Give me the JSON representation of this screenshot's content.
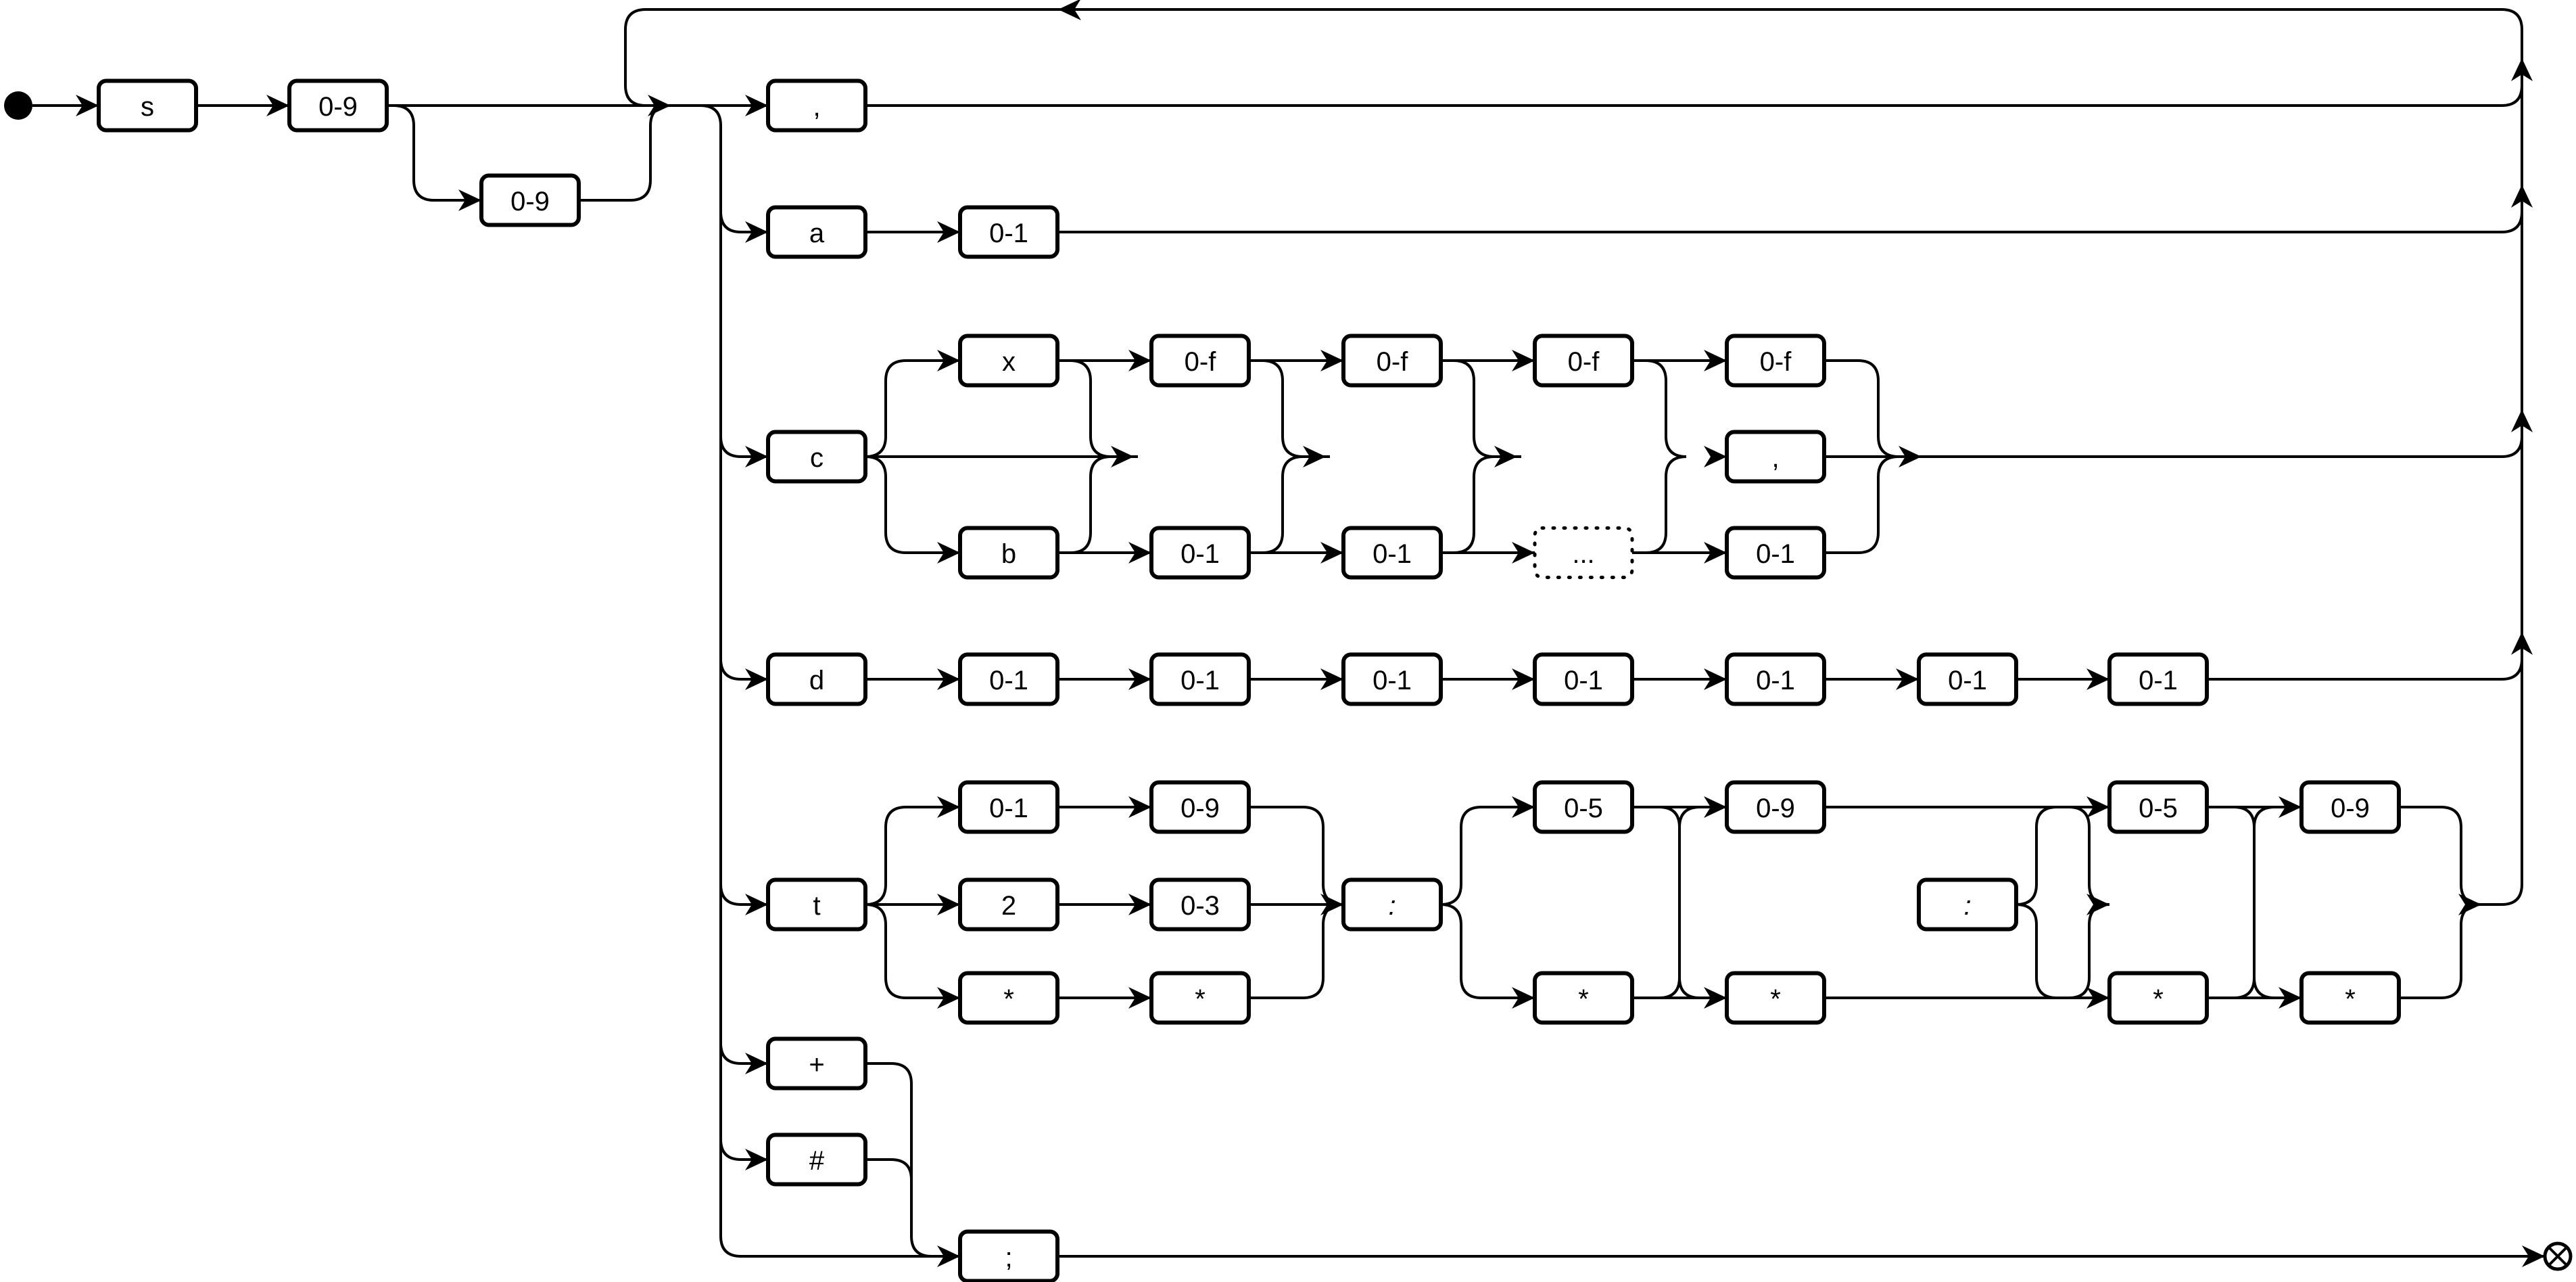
{
  "diagram": {
    "type": "syntax-railroad",
    "start_node": "start",
    "end_node": "end",
    "colors": {
      "stroke": "#000000",
      "background": "#ffffff",
      "box_fill": "#ffffff"
    },
    "header": [
      {
        "id": "s",
        "label": "s"
      },
      {
        "id": "d1",
        "label": "0-9"
      },
      {
        "id": "d2",
        "label": "0-9",
        "optional": true
      }
    ],
    "branches": {
      "comma": [
        {
          "id": "comma",
          "label": ","
        }
      ],
      "a": [
        {
          "id": "a",
          "label": "a"
        },
        {
          "id": "a1",
          "label": "0-1"
        }
      ],
      "c": {
        "head": {
          "id": "c",
          "label": "c"
        },
        "hex_path": [
          {
            "id": "cx",
            "label": "x"
          },
          {
            "id": "cx1",
            "label": "0-f"
          },
          {
            "id": "cx2",
            "label": "0-f"
          },
          {
            "id": "cx3",
            "label": "0-f"
          },
          {
            "id": "cx4",
            "label": "0-f"
          }
        ],
        "comma": {
          "id": "cc",
          "label": ","
        },
        "bin_path": [
          {
            "id": "cb",
            "label": "b"
          },
          {
            "id": "cb1",
            "label": "0-1"
          },
          {
            "id": "cb2",
            "label": "0-1"
          },
          {
            "id": "cbe",
            "label": "...",
            "style": "dotted"
          },
          {
            "id": "cb4",
            "label": "0-1"
          }
        ]
      },
      "d": [
        {
          "id": "d",
          "label": "d"
        },
        {
          "id": "dd1",
          "label": "0-1"
        },
        {
          "id": "dd2",
          "label": "0-1"
        },
        {
          "id": "dd3",
          "label": "0-1"
        },
        {
          "id": "dd4",
          "label": "0-1"
        },
        {
          "id": "dd5",
          "label": "0-1"
        },
        {
          "id": "dd6",
          "label": "0-1"
        },
        {
          "id": "dd7",
          "label": "0-1"
        }
      ],
      "t": {
        "head": {
          "id": "t",
          "label": "t"
        },
        "hours": [
          [
            {
              "id": "th1a",
              "label": "0-1"
            },
            {
              "id": "th1b",
              "label": "0-9"
            }
          ],
          [
            {
              "id": "th2a",
              "label": "2"
            },
            {
              "id": "th2b",
              "label": "0-3"
            }
          ],
          [
            {
              "id": "th3a",
              "label": "*"
            },
            {
              "id": "th3b",
              "label": "*"
            }
          ]
        ],
        "sep1": {
          "id": "tc1",
          "label": ":"
        },
        "minutes": {
          "tens": [
            {
              "id": "tm1",
              "label": "0-5"
            },
            {
              "id": "tm2",
              "label": "*"
            }
          ],
          "units": [
            {
              "id": "tm3",
              "label": "0-9"
            },
            {
              "id": "tm4",
              "label": "*"
            }
          ]
        },
        "sep2": {
          "id": "tc2",
          "label": ":"
        },
        "seconds": {
          "tens": [
            {
              "id": "ts1",
              "label": "0-5"
            },
            {
              "id": "ts2",
              "label": "*"
            }
          ],
          "units": [
            {
              "id": "ts3",
              "label": "0-9"
            },
            {
              "id": "ts4",
              "label": "*"
            }
          ]
        }
      },
      "plus": [
        {
          "id": "plus",
          "label": "+"
        }
      ],
      "hash": [
        {
          "id": "hash",
          "label": "#"
        }
      ],
      "terminator": {
        "id": "semi",
        "label": ";"
      }
    }
  }
}
